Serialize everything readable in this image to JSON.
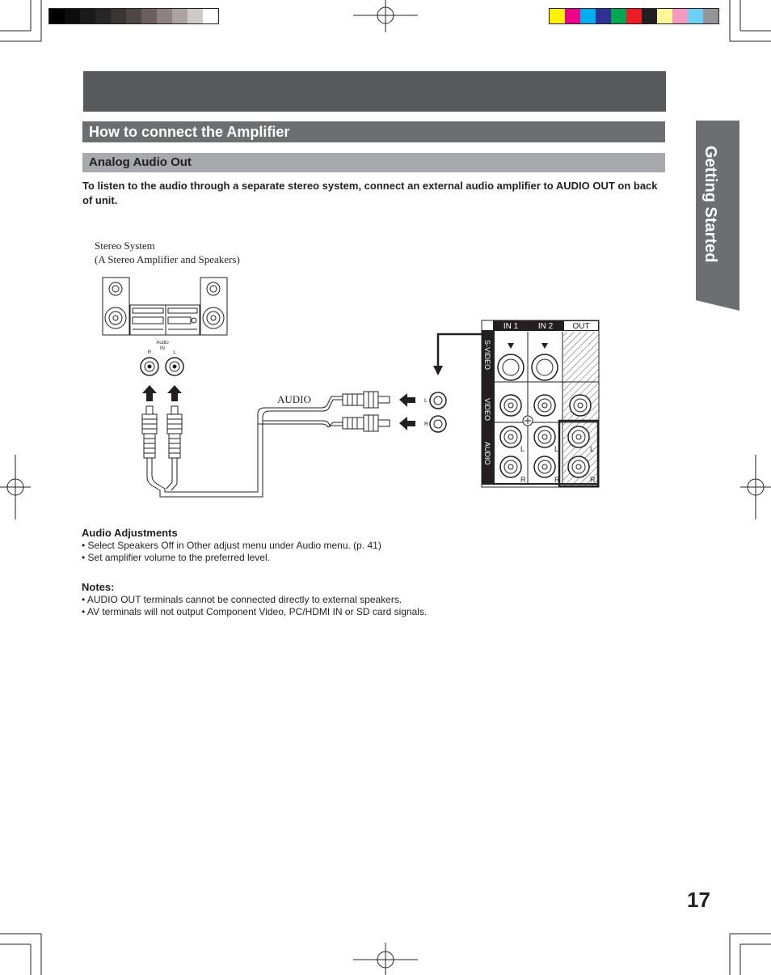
{
  "section_title": "How to connect the Amplifier",
  "subsection_title": "Analog Audio Out",
  "intro_text": "To listen to the audio through a separate stereo system, connect an external audio amplifier to AUDIO OUT on back of unit.",
  "side_tab": "Getting Started",
  "diagram": {
    "stereo_caption_line1": "Stereo System",
    "stereo_caption_line2": "(A Stereo Amplifier and Speakers)",
    "amp_audio_label": "Audio",
    "amp_in_label": "IN",
    "amp_r": "R",
    "amp_l": "L",
    "cable_label": "AUDIO",
    "jack_l": "L",
    "jack_r": "R",
    "panel_in1": "IN 1",
    "panel_in2": "IN 2",
    "panel_out": "OUT",
    "panel_svideo": "S-VIDEO",
    "panel_video": "VIDEO",
    "panel_audio": "AUDIO",
    "panel_l": "L",
    "panel_r": "R"
  },
  "audio_adjustments": {
    "title": "Audio Adjustments",
    "items": [
      "• Select Speakers Off in Other adjust menu under Audio menu. (p. 41)",
      "• Set amplifier volume to the preferred level."
    ]
  },
  "notes": {
    "title": "Notes:",
    "items": [
      "• AUDIO OUT terminals cannot be connected directly to external speakers.",
      "• AV terminals will not output Component Video, PC/HDMI IN or SD card signals."
    ]
  },
  "page_number": "17",
  "colors": {
    "grayscale": [
      "#000000",
      "#0d0d0d",
      "#1a1a1a",
      "#262626",
      "#3a3433",
      "#4e4645",
      "#6b605e",
      "#8c8381",
      "#aba3a2",
      "#cfc9c8",
      "#ffffff"
    ],
    "process": [
      "#fff200",
      "#ec008c",
      "#00aeef",
      "#2e3192",
      "#00a651",
      "#ed1c24",
      "#231f20",
      "#fff799",
      "#f49ac1",
      "#6dcff6",
      "#939598"
    ]
  }
}
